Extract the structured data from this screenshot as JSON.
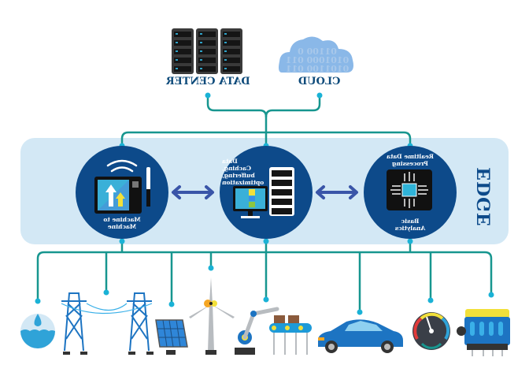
{
  "diagram": {
    "title": "Edge Computing Architecture",
    "mirrored": true,
    "top_nodes": [
      {
        "id": "data-center",
        "label": "DATA CENTER",
        "icon": "server-rack-icon"
      },
      {
        "id": "cloud",
        "label": "CLOUD",
        "icon": "cloud-icon",
        "binary_text": [
          "01100 0",
          "0101000 011",
          "0101100 011"
        ]
      }
    ],
    "edge": {
      "label": "EDGE",
      "nodes": [
        {
          "id": "m2m",
          "lines": [
            "Machine to",
            "Machine"
          ],
          "icon": "tablet-signal-icon"
        },
        {
          "id": "caching",
          "lines": [
            "Data",
            "Caching,",
            "buffering,",
            "optimization"
          ],
          "icon": "server-monitor-icon"
        },
        {
          "id": "processing",
          "top_lines": [
            "Realtime Data",
            "Processing"
          ],
          "bottom_lines": [
            "Basic",
            "Analytics"
          ],
          "icon": "chip-icon"
        }
      ]
    },
    "devices": [
      {
        "id": "water",
        "icon": "water-drop-icon"
      },
      {
        "id": "power-lines",
        "icon": "power-tower-icon"
      },
      {
        "id": "solar",
        "icon": "solar-panel-icon"
      },
      {
        "id": "wind",
        "icon": "wind-turbine-icon"
      },
      {
        "id": "factory",
        "icon": "robot-arm-conveyor-icon"
      },
      {
        "id": "car",
        "icon": "car-icon"
      },
      {
        "id": "gauge",
        "icon": "speedometer-icon"
      },
      {
        "id": "engine",
        "icon": "engine-icon"
      }
    ],
    "colors": {
      "connector": "#17968f",
      "dot": "#1ab2d6",
      "node_fill": "#0d4a8a",
      "panel": "#d3e8f5",
      "arrow": "#3a55a8",
      "label_text": "#0d4a7a"
    }
  }
}
